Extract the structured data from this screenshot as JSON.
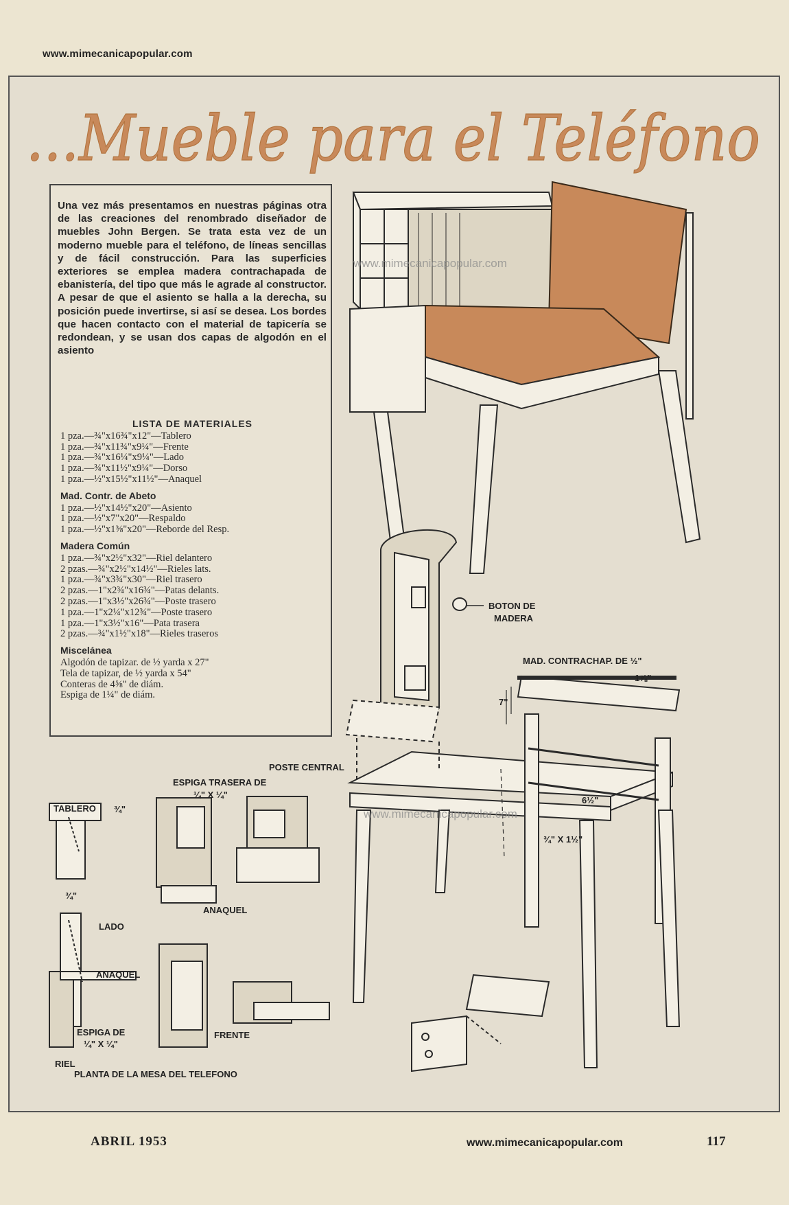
{
  "header": {
    "site": "www.mimecanicapopular.com"
  },
  "title": "...Mueble para el Teléfono",
  "intro": "Una vez más presentamos en nuestras páginas otra de las creaciones del renombrado diseñador de muebles John Bergen. Se trata esta vez de un moderno mueble para el teléfono, de líneas sencillas y de fácil construcción. Para las superficies exteriores se emplea madera contrachapada de ebanistería, del tipo que más le agrade al constructor. A pesar de que el asiento se halla a la derecha, su posición puede invertirse, si así se desea. Los bordes que hacen contacto con el material de tapicería se redondean, y se usan dos capas de algodón en el asiento",
  "materials": {
    "title": "LISTA DE MATERIALES",
    "group1": [
      "1 pza.—¾\"x16¾\"x12\"—Tablero",
      "1 pza.—¾\"x11¾\"x9¼\"—Frente",
      "1 pza.—¾\"x16¼\"x9¼\"—Lado",
      "1 pza.—¾\"x11½\"x9¼\"—Dorso",
      "1 pza.—½\"x15½\"x11½\"—Anaquel"
    ],
    "group2_title": "Mad. Contr. de Abeto",
    "group2": [
      "1 pza.—½\"x14½\"x20\"—Asiento",
      "1 pza.—½\"x7\"x20\"—Respaldo",
      "1 pza.—½\"x1⅜\"x20\"—Reborde del Resp."
    ],
    "group3_title": "Madera Común",
    "group3": [
      "1 pza.—¾\"x2½\"x32\"—Riel delantero",
      "2 pzas.—¾\"x2½\"x14½\"—Rieles lats.",
      "1 pza.—¾\"x3¾\"x30\"—Riel trasero",
      "2 pzas.—1\"x2¾\"x16¾\"—Patas delants.",
      "2 pzas.—1\"x3½\"x26¾\"—Poste trasero",
      "1 pza.—1\"x2¼\"x12¾\"—Poste trasero",
      "1 pza.—1\"x3½\"x16\"—Pata trasera",
      "2 pzas.—¾\"x1½\"x18\"—Rieles traseros"
    ],
    "group4_title": "Miscelánea",
    "group4": [
      "Algodón de tapizar. de ½ yarda x 27\"",
      "Tela de tapizar, de ½ yarda x 54\"",
      "Conteras de 4⅝\" de diám.",
      "Espiga de 1¼\" de diám."
    ]
  },
  "labels": {
    "boton": "BOTON DE",
    "madera": "MADERA",
    "mad_contrachap": "MAD. CONTRACHAP. DE ½\"",
    "dim_178": "1⅞\"",
    "dim_7": "7\"",
    "dim_612": "6½\"",
    "dim_34x112": "¾\" X 1½\"",
    "poste_central": "POSTE CENTRAL",
    "espiga_trasera": "ESPIGA TRASERA DE",
    "espiga_trasera_dim": "¼\" X ¼\"",
    "tablero": "TABLERO",
    "dim_34a": "¾\"",
    "dim_34b": "¾\"",
    "anaquel_top": "ANAQUEL",
    "lado": "LADO",
    "anaquel": "ANAQUEL",
    "espiga_de": "ESPIGA DE",
    "espiga_de_dim": "¼\" X ¼\"",
    "frente": "FRENTE",
    "riel": "RIEL",
    "planta": "PLANTA DE LA MESA DEL TELEFONO"
  },
  "watermark": "www.mimecanicapopular.com",
  "footer": {
    "date": "ABRIL 1953",
    "site": "www.mimecanicapopular.com",
    "page": "117"
  },
  "colors": {
    "accent": "#c8895a",
    "paper": "#e4ded0",
    "ink": "#2a2a2a"
  }
}
